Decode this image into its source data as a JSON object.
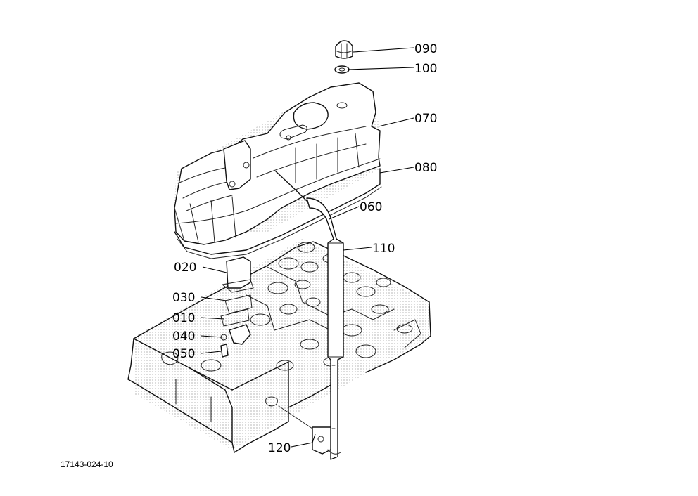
{
  "drawing_number": "17143-024-10",
  "callouts": [
    {
      "id": "090",
      "label": "090"
    },
    {
      "id": "100",
      "label": "100"
    },
    {
      "id": "070",
      "label": "070"
    },
    {
      "id": "080",
      "label": "080"
    },
    {
      "id": "060",
      "label": "060"
    },
    {
      "id": "110",
      "label": "110"
    },
    {
      "id": "020",
      "label": "020"
    },
    {
      "id": "030",
      "label": "030"
    },
    {
      "id": "010",
      "label": "010"
    },
    {
      "id": "040",
      "label": "040"
    },
    {
      "id": "050",
      "label": "050"
    },
    {
      "id": "120",
      "label": "120"
    }
  ]
}
